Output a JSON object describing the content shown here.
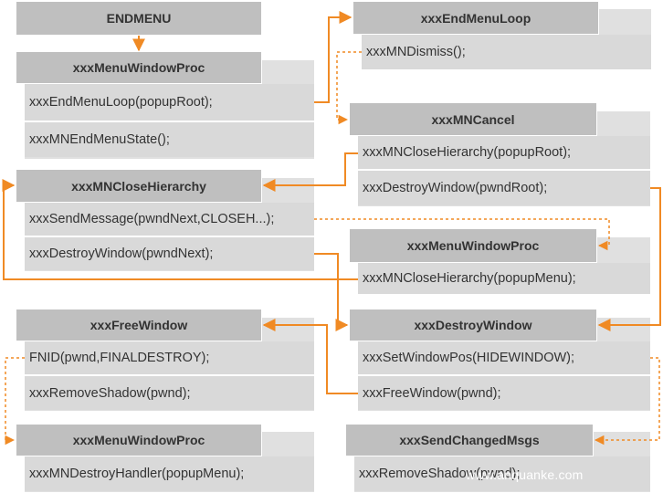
{
  "colors": {
    "accent": "#f08a24",
    "header_bg": "#bfbfbf",
    "row_bg": "#d9d9d9"
  },
  "endmenu": {
    "title": "ENDMENU"
  },
  "menuWindowProc1": {
    "title": "xxxMenuWindowProc",
    "rows": [
      "xxxEndMenuLoop(popupRoot);",
      "xxxMNEndMenuState();"
    ]
  },
  "endMenuLoop": {
    "title": "xxxEndMenuLoop",
    "rows": [
      "xxxMNDismiss();"
    ]
  },
  "mnCancel": {
    "title": "xxxMNCancel",
    "rows": [
      "xxxMNCloseHierarchy(popupRoot);",
      "xxxDestroyWindow(pwndRoot);"
    ]
  },
  "closeHierarchy": {
    "title": "xxxMNCloseHierarchy",
    "rows": [
      "xxxSendMessage(pwndNext,CLOSEH...);",
      "xxxDestroyWindow(pwndNext);"
    ]
  },
  "menuWindowProc2": {
    "title": "xxxMenuWindowProc",
    "rows": [
      "xxxMNCloseHierarchy(popupMenu);"
    ]
  },
  "freeWindow": {
    "title": "xxxFreeWindow",
    "rows": [
      "FNID(pwnd,FINALDESTROY);",
      "xxxRemoveShadow(pwnd);"
    ]
  },
  "destroyWindow": {
    "title": "xxxDestroyWindow",
    "rows": [
      "xxxSetWindowPos(HIDEWINDOW);",
      "xxxFreeWindow(pwnd);"
    ]
  },
  "menuWindowProc3": {
    "title": "xxxMenuWindowProc",
    "rows": [
      "xxxMNDestroyHandler(popupMenu);"
    ]
  },
  "sendChangedMsgs": {
    "title": "xxxSendChangedMsgs",
    "rows": [
      "xxxRemoveShadow(pwnd);"
    ]
  },
  "watermark": "www.anquanke.com"
}
